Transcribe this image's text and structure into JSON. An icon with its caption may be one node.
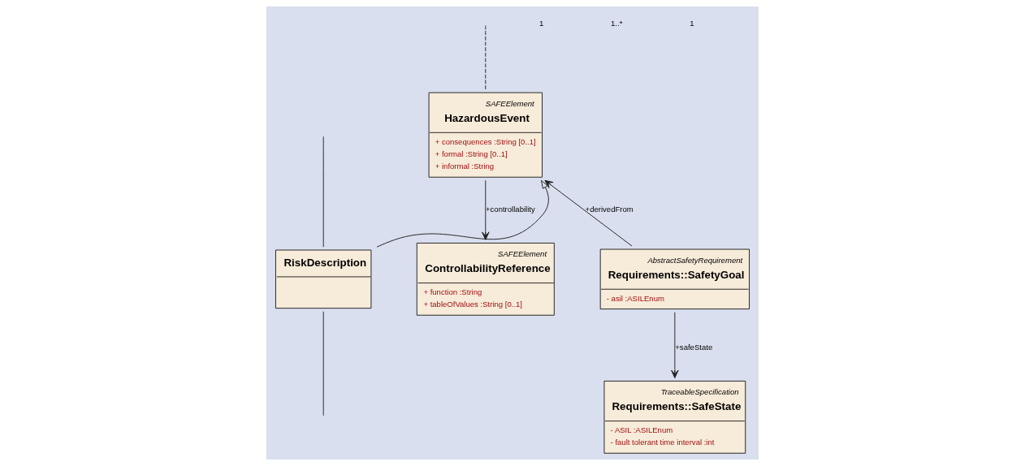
{
  "diagram": {
    "nodes": [
      {
        "text": [
          "SAFEElement",
          "HazardousEvent",
          "+ consequences :String [0..1]",
          "+ formal :String [0..1]",
          "+ informal :String"
        ]
      },
      {
        "text": [
          "RiskDescription"
        ]
      },
      {
        "text": [
          "SAFEElement",
          "ControllabilityReference",
          "+ function :String",
          "+ tableOfValues :String [0..1]"
        ]
      },
      {
        "text": [
          "AbstractSafetyRequirement",
          "Requirements::SafetyGoal",
          "- asil :ASILEnum"
        ]
      },
      {
        "text": [
          "TraceableSpecification",
          "Requirements::SafeState",
          "- ASIL :ASILEnum",
          "- fault tolerant time interval :int"
        ]
      }
    ],
    "edges": [
      {
        "from": null,
        "to": 0,
        "arrow": "none",
        "style": "dashed"
      },
      {
        "from": 1,
        "to": 0,
        "arrow": "to"
      },
      {
        "from": 0,
        "to": 2,
        "arrow": "to",
        "label": "+controllability"
      },
      {
        "from": 3,
        "to": 0,
        "arrow": "to",
        "label": "+derivedFrom"
      },
      {
        "from": 3,
        "to": 4,
        "arrow": "to",
        "label": "+safeState"
      },
      {
        "from": 1,
        "to": null,
        "arrow": "none"
      },
      {
        "from": null,
        "to": 1,
        "arrow": "none"
      }
    ],
    "labels": [
      "1",
      "1..*",
      "1"
    ]
  }
}
